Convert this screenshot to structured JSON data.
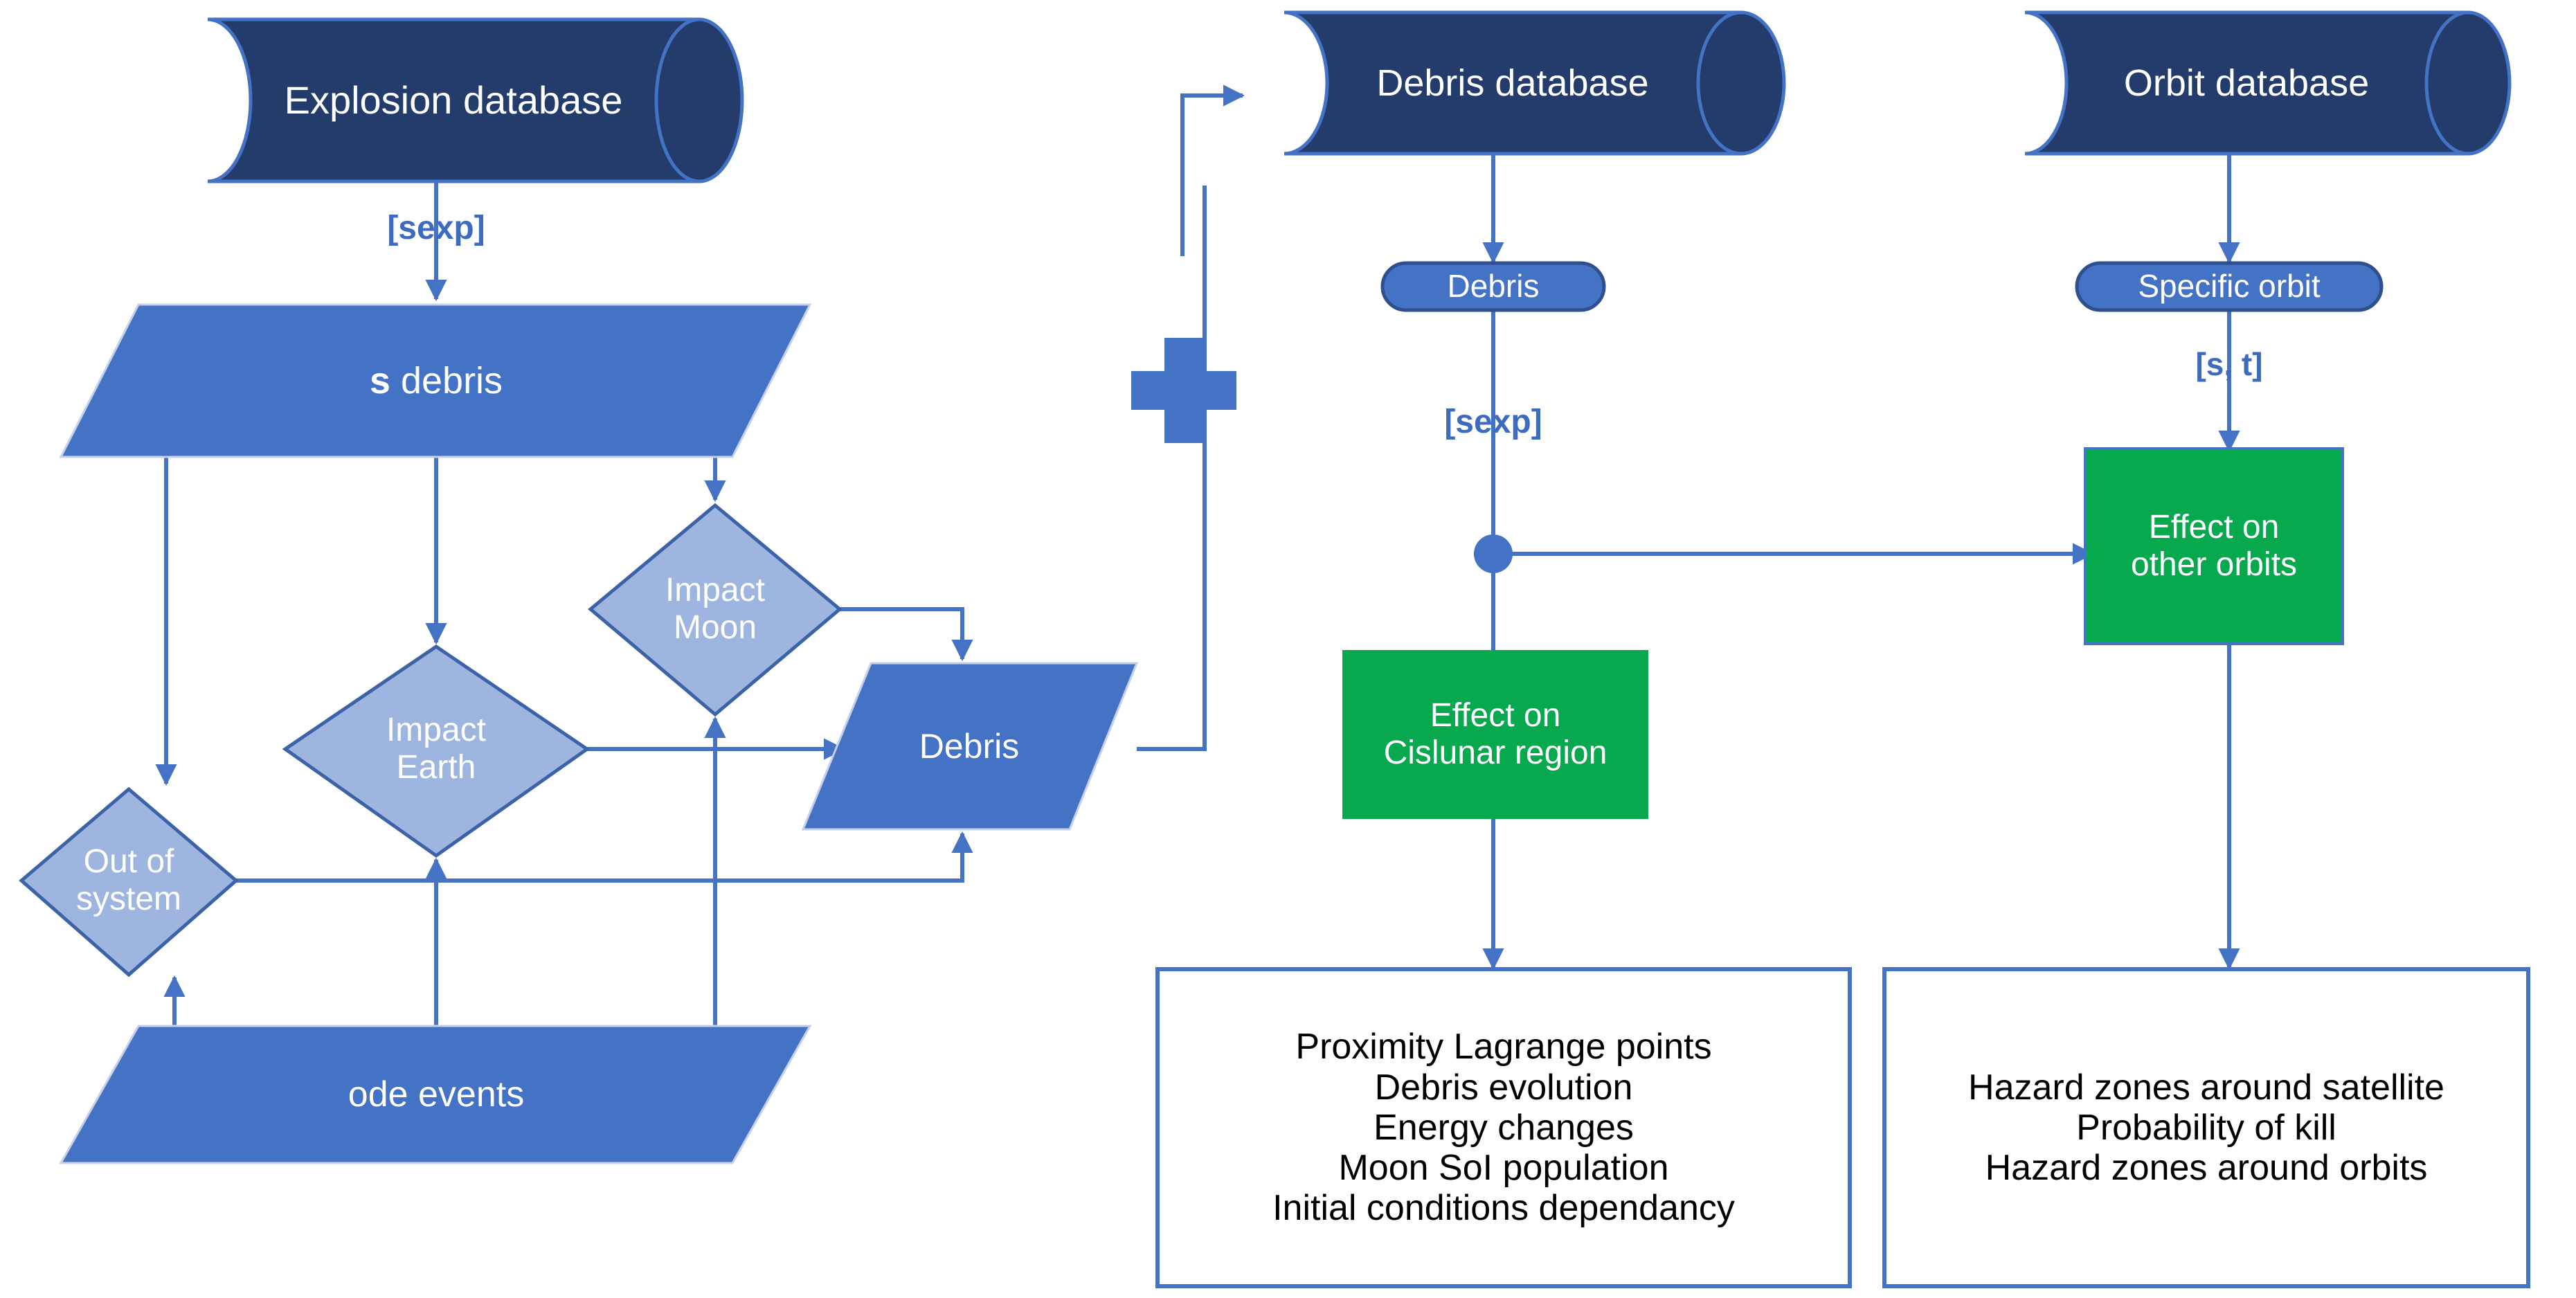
{
  "diagram": {
    "title": "Cislunar explosion debris analysis flow",
    "colors": {
      "db_navy": "#243C6B",
      "mid_blue": "#4472C4",
      "light_blue_diamond": "#9DB5DF",
      "green": "#07A84E",
      "connector_blue": "#4472C4",
      "label_blue": "#3C6BBF",
      "text_white": "#FFFFFF",
      "text_black": "#000000",
      "box_border": "#4472C4",
      "page_background": "#FFFFFF"
    },
    "nodes": {
      "explosion_database": {
        "label": "Explosion database",
        "shape": "cylinder"
      },
      "debris_database": {
        "label": "Debris database",
        "shape": "cylinder"
      },
      "orbit_database": {
        "label": "Orbit database",
        "shape": "cylinder"
      },
      "s_debris": {
        "label_bold": "s",
        "label_rest": " debris",
        "shape": "parallelogram"
      },
      "ode_events": {
        "label": "ode events",
        "shape": "parallelogram"
      },
      "debris_data": {
        "label": "Debris",
        "shape": "parallelogram"
      },
      "impact_moon": {
        "label": "Impact\nMoon",
        "shape": "diamond"
      },
      "impact_earth": {
        "label": "Impact\nEarth",
        "shape": "diamond"
      },
      "out_of_system": {
        "label": "Out of\nsystem",
        "shape": "diamond"
      },
      "debris_pill": {
        "label": "Debris",
        "shape": "rounded-rect"
      },
      "specific_orbit_pill": {
        "label": "Specific orbit",
        "shape": "rounded-rect"
      },
      "effect_cislunar": {
        "label": "Effect on\nCislunar region",
        "shape": "rect",
        "fill": "green"
      },
      "effect_other_orbits": {
        "label": "Effect on\nother orbits",
        "shape": "rect",
        "fill": "green"
      },
      "merge_plus": {
        "label": "+",
        "shape": "plus-glyph"
      },
      "junction_dot": {
        "label": "",
        "shape": "circle-junction"
      }
    },
    "edge_labels": {
      "explosion_to_sdebris": "[sexp]",
      "debris_pill_to_effect": "[sexp]",
      "specific_orbit_to_effect": "[s, t]"
    },
    "output_boxes": {
      "cislunar_outputs": {
        "lines": [
          "Proximity Lagrange points",
          "Debris evolution",
          "Energy changes",
          "Moon SoI population",
          "Initial conditions dependancy"
        ]
      },
      "orbit_outputs": {
        "lines": [
          "Hazard zones around satellite",
          "Probability of kill",
          "Hazard zones around orbits"
        ]
      }
    }
  }
}
